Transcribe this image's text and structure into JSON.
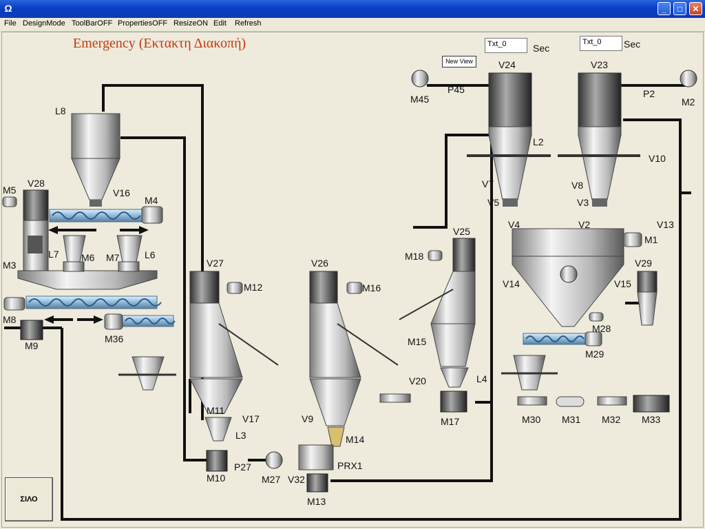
{
  "window": {
    "icon": "Ω",
    "minimize": "_",
    "maximize": "□",
    "close": "✕"
  },
  "menu": [
    "File",
    "DesignMode",
    "ToolBarOFF",
    "PropertiesOFF",
    "ResizeON",
    "Edit",
    "Refresh"
  ],
  "title": "Emergency (Εκτακτη Διακοπή)",
  "timers": [
    {
      "value": "Txt_0",
      "unit": "Sec"
    },
    {
      "value": "Txt_0",
      "unit": "Sec"
    }
  ],
  "new_view": "New View",
  "stop_button": "ΣΙΛΟ",
  "labels": {
    "L8": "L8",
    "M5": "M5",
    "V28": "V28",
    "V16": "V16",
    "M4": "M4",
    "L7": "L7",
    "M6": "M6",
    "M7": "M7",
    "L6": "L6",
    "M3": "M3",
    "M8": "M8",
    "M9": "M9",
    "M36": "M36",
    "V27": "V27",
    "M12": "M12",
    "M11": "M11",
    "V17": "V17",
    "L3": "L3",
    "M10": "M10",
    "P27": "P27",
    "M27": "M27",
    "V26": "V26",
    "M16": "M16",
    "V9": "V9",
    "M14": "M14",
    "PRX1": "PRX1",
    "V32": "V32",
    "M13": "M13",
    "M18": "M18",
    "V25": "V25",
    "M15": "M15",
    "V20": "V20",
    "L4": "L4",
    "M17": "M17",
    "M45": "M45",
    "P45": "P45",
    "V24": "V24",
    "L2": "L2",
    "V7": "V7",
    "V5": "V5",
    "V23": "V23",
    "P2": "P2",
    "M2": "M2",
    "V8": "V8",
    "V3": "V3",
    "V10": "V10",
    "V4": "V4",
    "V2": "V2",
    "M1": "M1",
    "V13": "V13",
    "V29": "V29",
    "V14": "V14",
    "V15": "V15",
    "M28": "M28",
    "M29": "M29",
    "M30": "M30",
    "M31": "M31",
    "M32": "M32",
    "M33": "M33"
  }
}
